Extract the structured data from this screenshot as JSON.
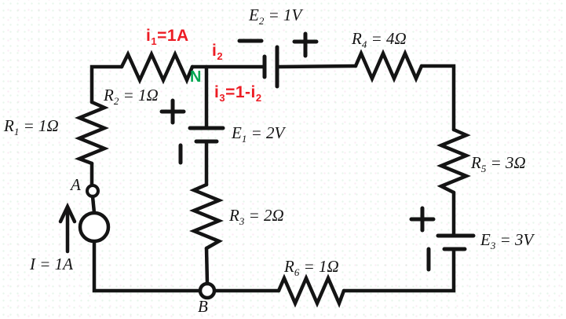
{
  "page": {
    "title": "DC circuit diagram with three loops"
  },
  "colors": {
    "wire": "#141414",
    "current_label": "#ed1c24",
    "node_n_label": "#00a651",
    "background": "#ffffff"
  },
  "components": {
    "r1": {
      "sym": "R",
      "sub": "1",
      "val": " = 1Ω"
    },
    "r2": {
      "sym": "R",
      "sub": "2",
      "val": " = 1Ω"
    },
    "r3": {
      "sym": "R",
      "sub": "3",
      "val": " = 2Ω"
    },
    "r4": {
      "sym": "R",
      "sub": "4",
      "val": " = 4Ω"
    },
    "r5": {
      "sym": "R",
      "sub": "5",
      "val": " = 3Ω"
    },
    "r6": {
      "sym": "R",
      "sub": "6",
      "val": " = 1Ω"
    },
    "e1": {
      "sym": "E",
      "sub": "1",
      "val": " = 2V"
    },
    "e2": {
      "sym": "E",
      "sub": "2",
      "val": " = 1V"
    },
    "e3": {
      "sym": "E",
      "sub": "3",
      "val": " = 3V"
    },
    "current_source": {
      "sym": "I",
      "sub": "",
      "val": " = 1A"
    }
  },
  "nodes": {
    "a": "A",
    "b": "B",
    "n": "N"
  },
  "currents": {
    "i1": {
      "p1": "i",
      "s1": "1",
      "p2": "=1A"
    },
    "i2": {
      "p1": "i",
      "s1": "2"
    },
    "i3": {
      "p1": "i",
      "s1": "3",
      "p2": "=1-i",
      "s2": "2"
    }
  },
  "icons": {
    "plus_sign": "+",
    "minus_sign": "−",
    "current_arrow": "↑",
    "current_source_symbol": "○",
    "node_symbol": "○"
  }
}
